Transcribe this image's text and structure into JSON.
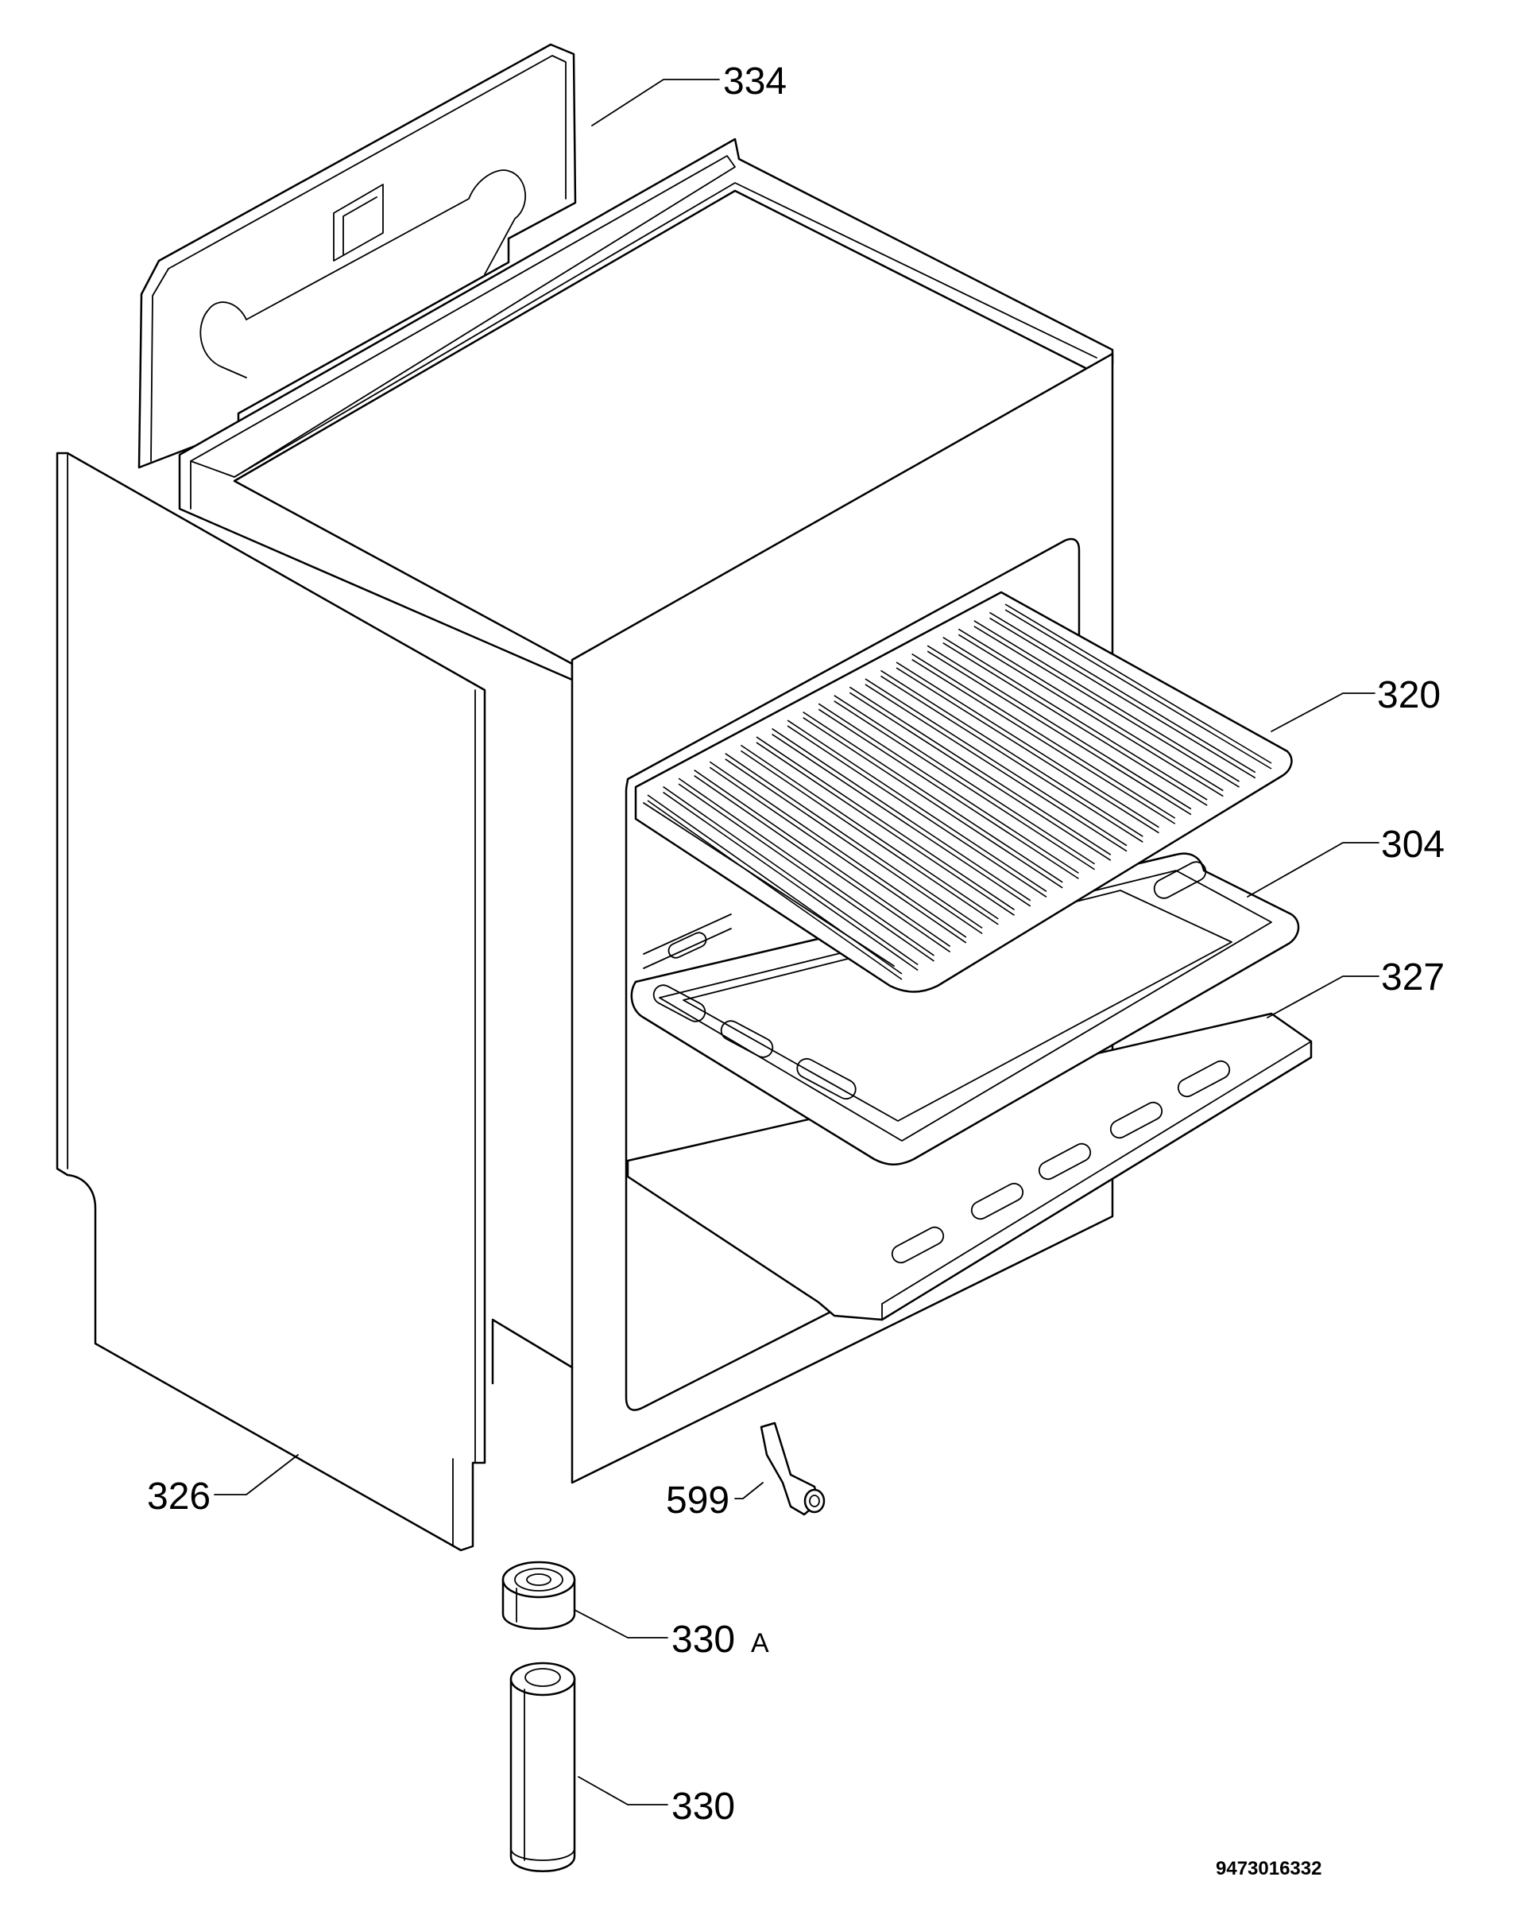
{
  "callouts": {
    "c334": "334",
    "c320": "320",
    "c304": "304",
    "c327": "327",
    "c326": "326",
    "c599": "599",
    "c330a_num": "330",
    "c330a_suffix": "A",
    "c330": "330"
  },
  "drawing_code": "9473016332"
}
